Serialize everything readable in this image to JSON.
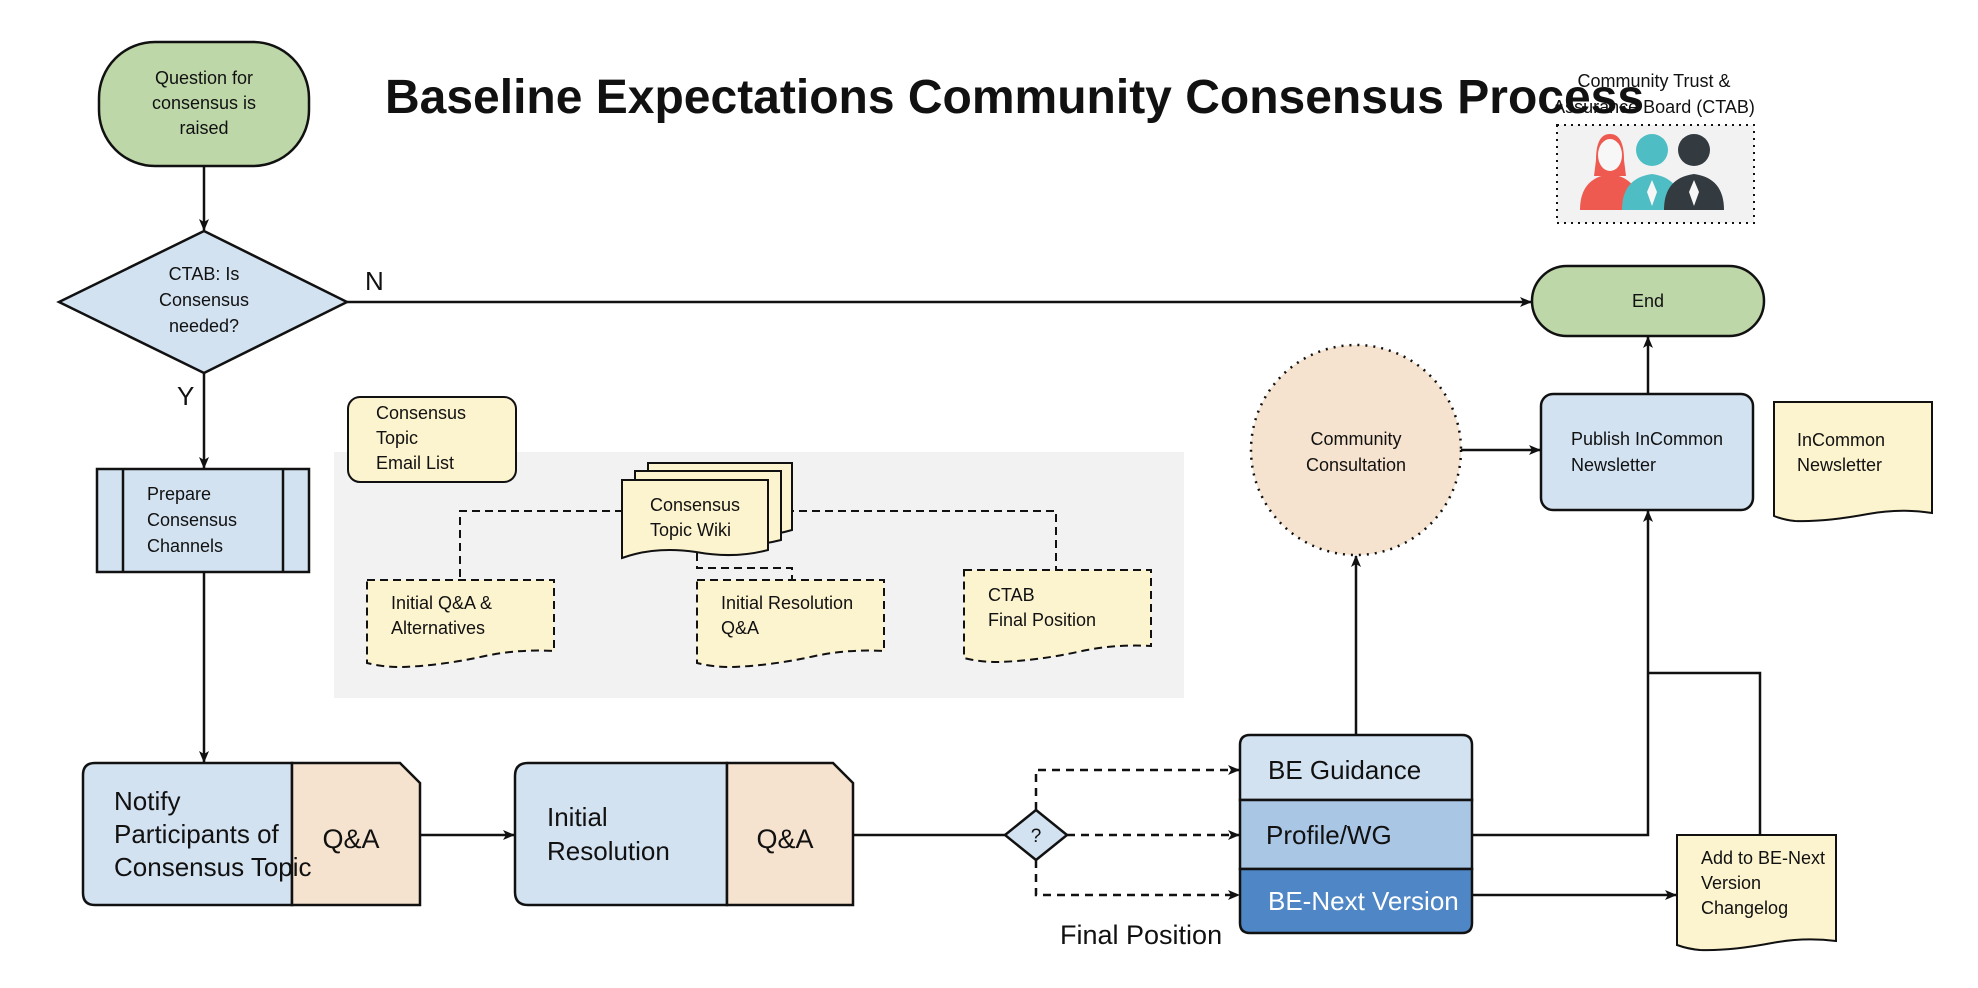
{
  "title": "Baseline Expectations Community Consensus Process",
  "start": {
    "line1": "Question for",
    "line2": "consensus is",
    "line3": "raised"
  },
  "decision": {
    "line1": "CTAB: Is",
    "line2": "Consensus",
    "line3": "needed?",
    "no_label": "N",
    "yes_label": "Y"
  },
  "end_label": "End",
  "ctab_board": {
    "line1": "Community Trust &",
    "line2": "Assurance Board (CTAB)"
  },
  "prepare": {
    "line1": "Prepare",
    "line2": "Consensus",
    "line3": "Channels"
  },
  "email_list": {
    "line1": "Consensus",
    "line2": "Topic",
    "line3": "Email List"
  },
  "wiki": {
    "line1": "Consensus",
    "line2": "Topic Wiki"
  },
  "doc_initial_qa": {
    "line1": "Initial Q&A &",
    "line2": "Alternatives"
  },
  "doc_initial_resolution": {
    "line1": "Initial Resolution",
    "line2": "Q&A"
  },
  "doc_ctab_final": {
    "line1": "CTAB",
    "line2": "Final Position"
  },
  "consultation": {
    "line1": "Community",
    "line2": "Consultation"
  },
  "publish": {
    "line1": "Publish InCommon",
    "line2": "Newsletter"
  },
  "newsletter": {
    "line1": "InCommon",
    "line2": "Newsletter"
  },
  "notify": {
    "line1": "Notify",
    "line2": "Participants of",
    "line3": "Consensus Topic",
    "tab": "Q&A"
  },
  "initial_resolution": {
    "line1": "Initial",
    "line2": "Resolution",
    "tab": "Q&A"
  },
  "small_decision": "?",
  "final_position": "Final Position",
  "outcomes": {
    "guidance": "BE Guidance",
    "profile": "Profile/WG",
    "next_version": "BE-Next Version"
  },
  "changelog": {
    "line1": "Add to BE-Next",
    "line2": "Version",
    "line3": "Changelog"
  },
  "colors": {
    "green": "#bdd7a9",
    "blue_light": "#d3e2f1",
    "blue_mid": "#aac6e5",
    "blue_dark": "#4f86c6",
    "peach": "#f6e3cf",
    "yellow": "#fcf3cf",
    "gray_panel": "#f2f2f2"
  }
}
